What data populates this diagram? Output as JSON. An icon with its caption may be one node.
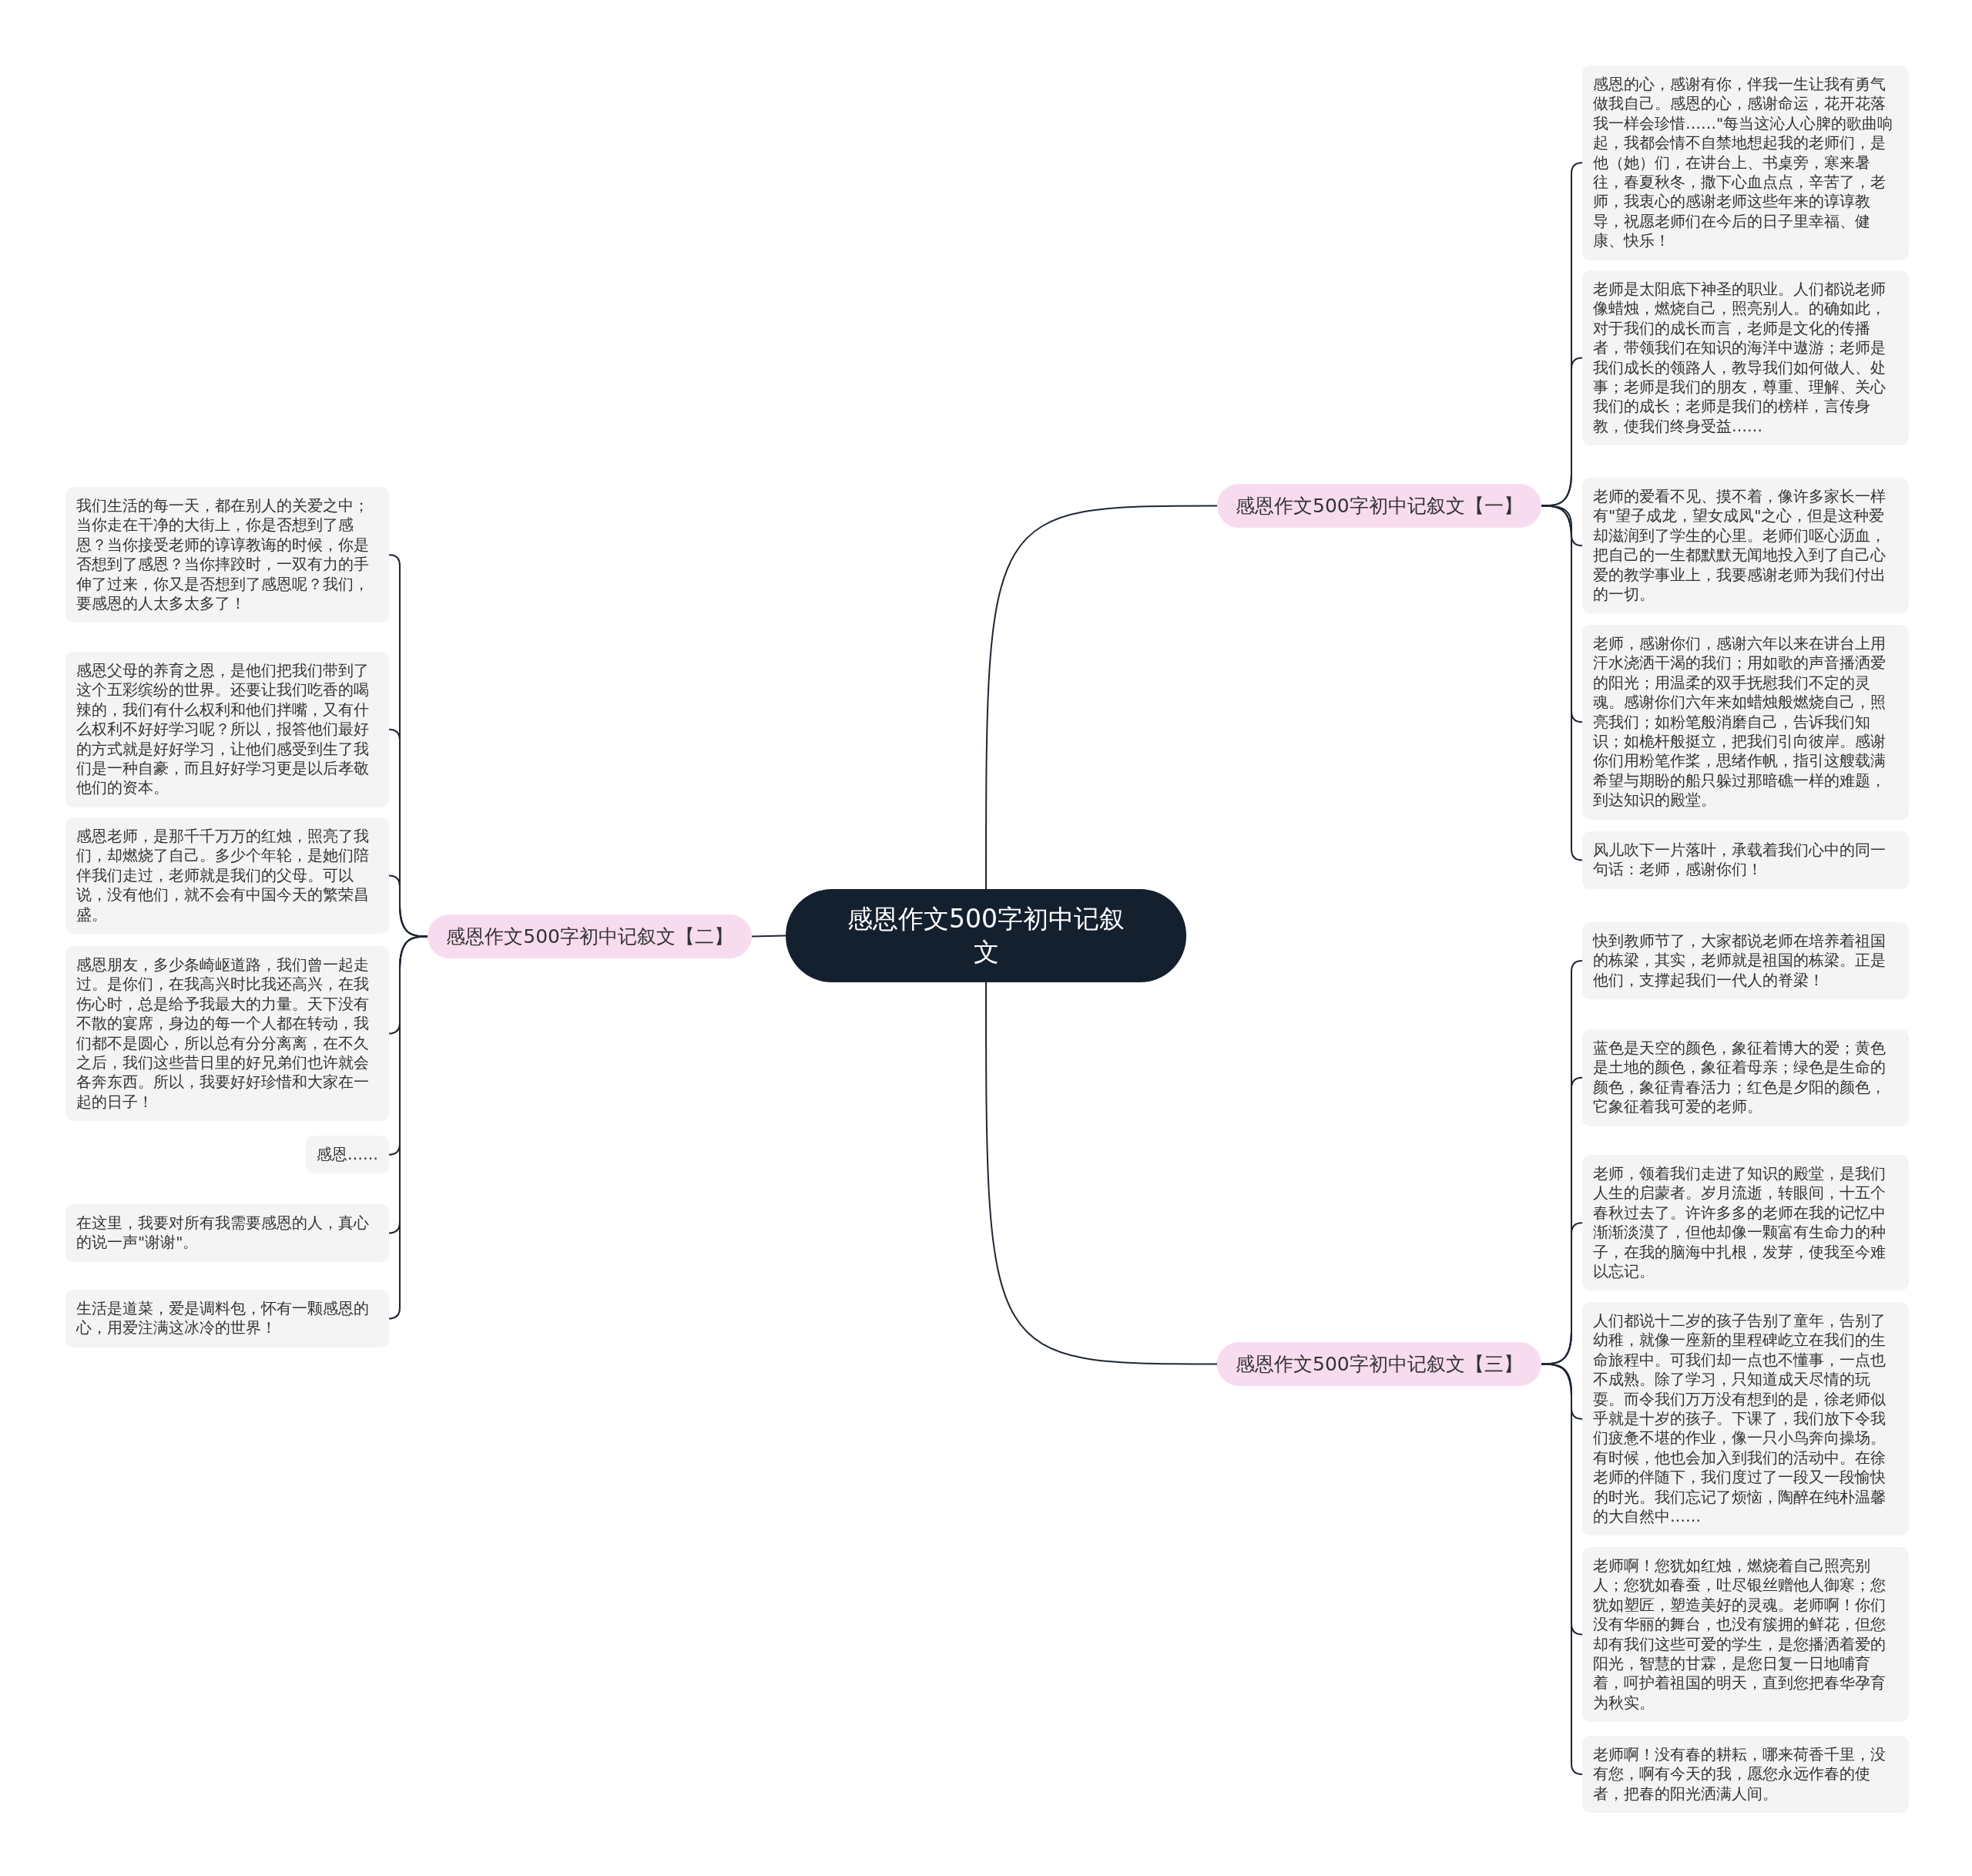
{
  "diagram": {
    "nodes": [
      {
        "text": [
          "感恩作文500字初中记叙文"
        ]
      },
      {
        "text": [
          "感恩作文500字初中记叙文【一】"
        ]
      },
      {
        "text": [
          "感恩的心，感谢有你，伴我一生让我有勇气做我自己。感恩的心，感谢命运，花开花落我一样会珍惜……\"每当这沁人心脾的歌曲响起，我都会情不自禁地想起我的老师们，是他（她）们，在讲台上、书桌旁，寒来暑往，春夏秋冬，撒下心血点点，辛苦了，老师，我衷心的感谢老师这些年来的谆谆教导，祝愿老师们在今后的日子里幸福、健康、快乐！"
        ]
      },
      {
        "text": [
          "老师是太阳底下神圣的职业。人们都说老师像蜡烛，燃烧自己，照亮别人。的确如此，对于我们的成长而言，老师是文化的传播者，带领我们在知识的海洋中遨游；老师是我们成长的领路人，教导我们如何做人、处事；老师是我们的朋友，尊重、理解、关心我们的成长；老师是我们的榜样，言传身教，使我们终身受益……"
        ]
      },
      {
        "text": [
          "老师的爱看不见、摸不着，像许多家长一样有\"望子成龙，望女成凤\"之心，但是这种爱却滋润到了学生的心里。老师们呕心沥血，把自己的一生都默默无闻地投入到了自己心爱的教学事业上，我要感谢老师为我们付出的一切。"
        ]
      },
      {
        "text": [
          "老师，感谢你们，感谢六年以来在讲台上用汗水浇洒干渴的我们；用如歌的声音播洒爱的阳光；用温柔的双手抚慰我们不定的灵魂。感谢你们六年来如蜡烛般燃烧自己，照亮我们；如粉笔般消磨自己，告诉我们知识；如桅杆般挺立，把我们引向彼岸。感谢你们用粉笔作桨，思绪作帆，指引这艘载满希望与期盼的船只躲过那暗礁一样的难题，到达知识的殿堂。"
        ]
      },
      {
        "text": [
          "风儿吹下一片落叶，承载着我们心中的同一句话：老师，感谢你们！"
        ]
      },
      {
        "text": [
          "感恩作文500字初中记叙文【二】"
        ]
      },
      {
        "text": [
          "我们生活的每一天，都在别人的关爱之中；当你走在干净的大街上，你是否想到了感恩？当你接受老师的谆谆教诲的时候，你是否想到了感恩？当你摔跤时，一双有力的手伸了过来，你又是否想到了感恩呢？我们，要感恩的人太多太多了！"
        ]
      },
      {
        "text": [
          "感恩父母的养育之恩，是他们把我们带到了这个五彩缤纷的世界。还要让我们吃香的喝辣的，我们有什么权利和他们拌嘴，又有什么权利不好好学习呢？所以，报答他们最好的方式就是好好学习，让他们感受到生了我们是一种自豪，而且好好学习更是以后孝敬他们的资本。"
        ]
      },
      {
        "text": [
          "感恩老师，是那千千万万的红烛，照亮了我们，却燃烧了自己。多少个年轮，是她们陪伴我们走过，老师就是我们的父母。可以说，没有他们，就不会有中国今天的繁荣昌盛。"
        ]
      },
      {
        "text": [
          "感恩朋友，多少条崎岖道路，我们曾一起走过。是你们，在我高兴时比我还高兴，在我伤心时，总是给予我最大的力量。天下没有不散的宴席，身边的每一个人都在转动，我们都不是圆心，所以总有分分离离，在不久之后，我们这些昔日里的好兄弟们也许就会各奔东西。所以，我要好好珍惜和大家在一起的日子！"
        ]
      },
      {
        "text": [
          "感恩……"
        ]
      },
      {
        "text": [
          "在这里，我要对所有我需要感恩的人，真心的说一声\"谢谢\"。"
        ]
      },
      {
        "text": [
          "生活是道菜，爱是调料包，怀有一颗感恩的心，用爱注满这冰冷的世界！"
        ]
      },
      {
        "text": [
          "感恩作文500字初中记叙文【三】"
        ]
      },
      {
        "text": [
          "快到教师节了，大家都说老师在培养着祖国的栋梁，其实，老师就是祖国的栋梁。正是他们，支撑起我们一代人的脊梁！"
        ]
      },
      {
        "text": [
          "蓝色是天空的颜色，象征着博大的爱；黄色是土地的颜色，象征着母亲；绿色是生命的颜色，象征青春活力；红色是夕阳的颜色，它象征着我可爱的老师。"
        ]
      },
      {
        "text": [
          "老师，领着我们走进了知识的殿堂，是我们人生的启蒙者。岁月流逝，转眼间，十五个春秋过去了。许许多多的老师在我的记忆中渐渐淡漠了，但他却像一颗富有生命力的种子，在我的脑海中扎根，发芽，使我至今难以忘记。"
        ]
      },
      {
        "text": [
          "人们都说十二岁的孩子告别了童年，告别了幼稚，就像一座新的里程碑屹立在我们的生命旅程中。可我们却一点也不懂事，一点也不成熟。除了学习，只知道成天尽情的玩耍。而令我们万万没有想到的是，徐老师似乎就是十岁的孩子。下课了，我们放下令我们疲惫不堪的作业，像一只小鸟奔向操场。有时候，他也会加入到我们的活动中。在徐老师的伴随下，我们度过了一段又一段愉快的时光。我们忘记了烦恼，陶醉在纯朴温馨的大自然中……"
        ]
      },
      {
        "text": [
          "老师啊！您犹如红烛，燃烧着自己照亮别人；您犹如春蚕，吐尽银丝赠他人御寒；您犹如塑匠，塑造美好的灵魂。老师啊！你们没有华丽的舞台，也没有簇拥的鲜花，但您却有我们这些可爱的学生，是您播洒着爱的阳光，智慧的甘霖，是您日复一日地哺育着，呵护着祖国的明天，直到您把春华孕育为秋实。"
        ]
      },
      {
        "text": [
          "老师啊！没有春的耕耘，哪来荷香千里，没有您，啊有今天的我，愿您永远作春的使者，把春的阳光洒满人间。"
        ]
      }
    ],
    "edges": [
      {
        "from": 0,
        "to": 1,
        "arrow": "none"
      },
      {
        "from": 1,
        "to": 2,
        "arrow": "none"
      },
      {
        "from": 1,
        "to": 3,
        "arrow": "none"
      },
      {
        "from": 1,
        "to": 4,
        "arrow": "none"
      },
      {
        "from": 1,
        "to": 5,
        "arrow": "none"
      },
      {
        "from": 1,
        "to": 6,
        "arrow": "none"
      },
      {
        "from": 0,
        "to": 7,
        "arrow": "none"
      },
      {
        "from": 7,
        "to": 8,
        "arrow": "none"
      },
      {
        "from": 7,
        "to": 9,
        "arrow": "none"
      },
      {
        "from": 7,
        "to": 10,
        "arrow": "none"
      },
      {
        "from": 7,
        "to": 11,
        "arrow": "none"
      },
      {
        "from": 7,
        "to": 12,
        "arrow": "none"
      },
      {
        "from": 7,
        "to": 13,
        "arrow": "none"
      },
      {
        "from": 7,
        "to": 14,
        "arrow": "none"
      },
      {
        "from": 0,
        "to": 15,
        "arrow": "none"
      },
      {
        "from": 15,
        "to": 16,
        "arrow": "none"
      },
      {
        "from": 15,
        "to": 17,
        "arrow": "none"
      },
      {
        "from": 15,
        "to": 18,
        "arrow": "none"
      },
      {
        "from": 15,
        "to": 19,
        "arrow": "none"
      },
      {
        "from": 15,
        "to": 20,
        "arrow": "none"
      },
      {
        "from": 15,
        "to": 21,
        "arrow": "none"
      }
    ]
  }
}
